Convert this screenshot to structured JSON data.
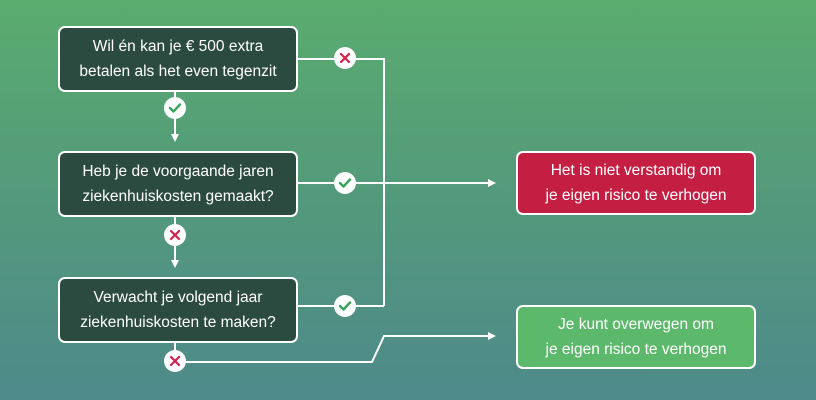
{
  "questions": [
    {
      "text": "Wil én kan je € 500 extra\nbetalen als het even tegenzit"
    },
    {
      "text": "Heb je de voorgaande jaren\nziekenhuiskosten gemaakt?"
    },
    {
      "text": "Verwacht je volgend jaar\nziekenhuiskosten te maken?"
    }
  ],
  "outcomes": [
    {
      "text": "Het is niet verstandig om\nje eigen risico te verhogen",
      "color": "#c41e43"
    },
    {
      "text": "Je kunt overwegen om\nje eigen risico te verhogen",
      "color": "#5cb86a"
    }
  ],
  "answer_icons": {
    "yes": "check-icon",
    "no": "cross-icon"
  },
  "colors": {
    "question_bg": "#2b4a40",
    "check": "#3aa35b",
    "cross": "#d3214a"
  }
}
